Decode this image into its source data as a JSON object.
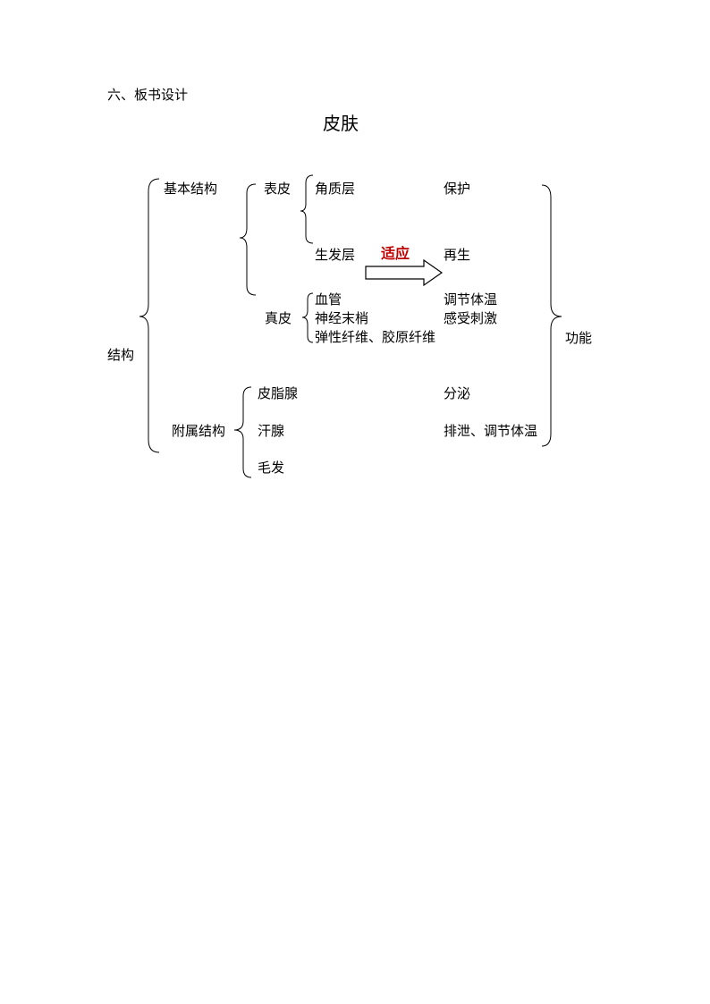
{
  "section_heading": "六、板书设计",
  "title": "皮肤",
  "colors": {
    "accent": "#c00000",
    "ink": "#000000"
  },
  "diagram": {
    "structure_label": "结构",
    "function_label": "功能",
    "basic_structure": "基本结构",
    "epidermis": "表皮",
    "stratum_corneum": "角质层",
    "germinal_layer": "生发层",
    "adapt_label": "适应",
    "dermis": "真皮",
    "dermis_items": [
      "血管",
      "神经末梢",
      "弹性纤维、胶原纤维"
    ],
    "appendages": "附属结构",
    "appendage_items": [
      "皮脂腺",
      "汗腺",
      "毛发"
    ],
    "functions": [
      "保护",
      "再生",
      "调节体温",
      "感受刺激",
      "分泌",
      "排泄、调节体温"
    ]
  }
}
